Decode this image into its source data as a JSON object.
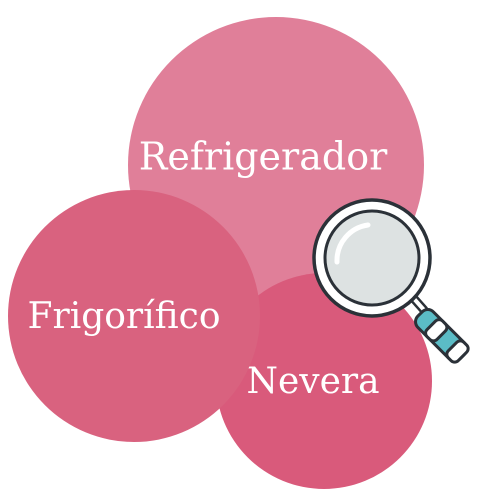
{
  "words": [
    {
      "label": "Refrigerador",
      "color": "#e07f99"
    },
    {
      "label": "Frigorífico",
      "color": "#d9627f"
    },
    {
      "label": "Nevera",
      "color": "#d95a7b"
    }
  ],
  "icon": {
    "name": "magnifying-glass-icon",
    "lens_color": "#dde2e2",
    "outline_color": "#2b3138",
    "handle_color": "#5bbcc6"
  }
}
